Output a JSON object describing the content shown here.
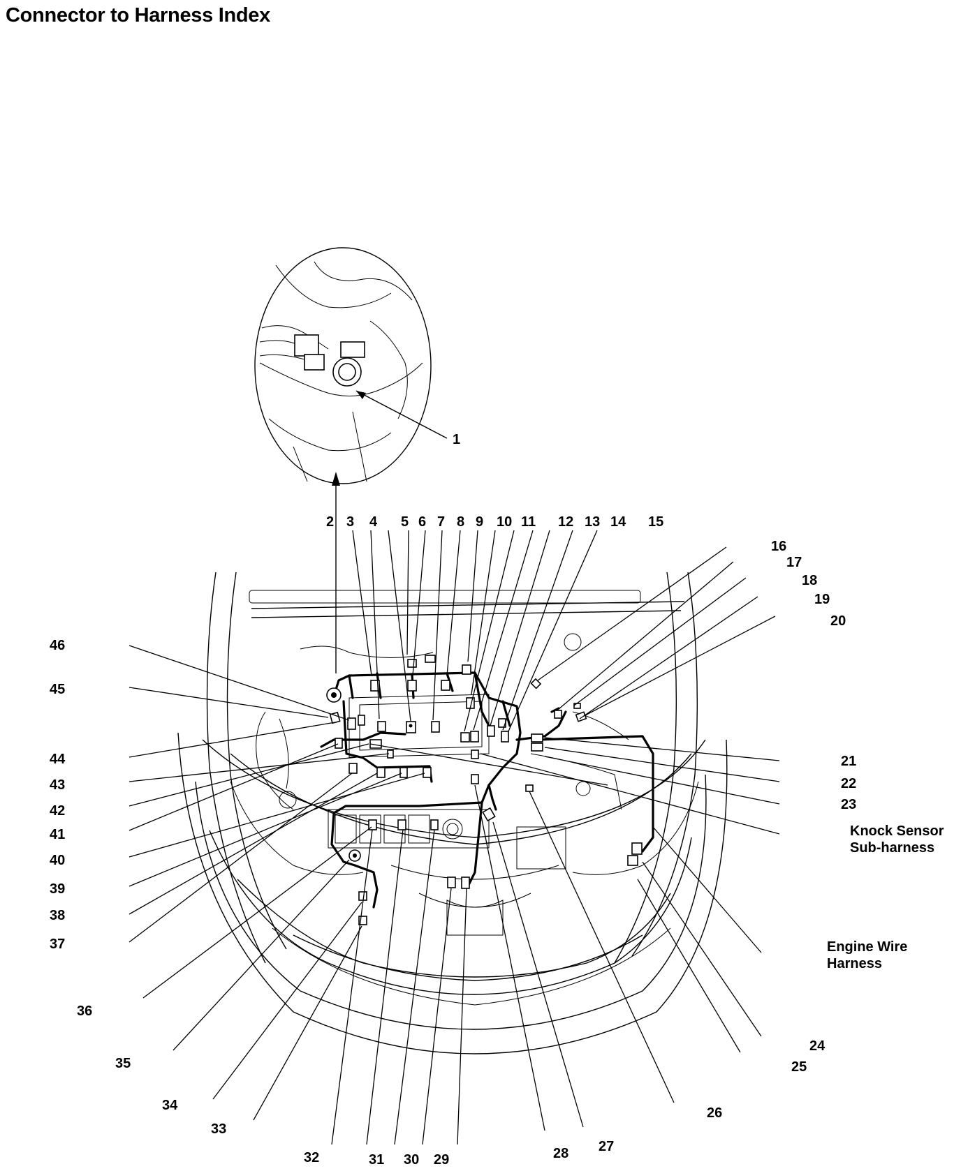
{
  "title": "Connector to Harness Index",
  "harness_labels": {
    "knock_sensor_line1": "Knock Sensor",
    "knock_sensor_line2": "Sub-harness",
    "engine_wire_line1": "Engine Wire",
    "engine_wire_line2": "Harness"
  },
  "callouts": [
    "1",
    "2",
    "3",
    "4",
    "5",
    "6",
    "7",
    "8",
    "9",
    "10",
    "11",
    "12",
    "13",
    "14",
    "15",
    "16",
    "17",
    "18",
    "19",
    "20",
    "21",
    "22",
    "23",
    "24",
    "25",
    "26",
    "27",
    "28",
    "29",
    "30",
    "31",
    "32",
    "33",
    "34",
    "35",
    "36",
    "37",
    "38",
    "39",
    "40",
    "41",
    "42",
    "43",
    "44",
    "45",
    "46"
  ]
}
